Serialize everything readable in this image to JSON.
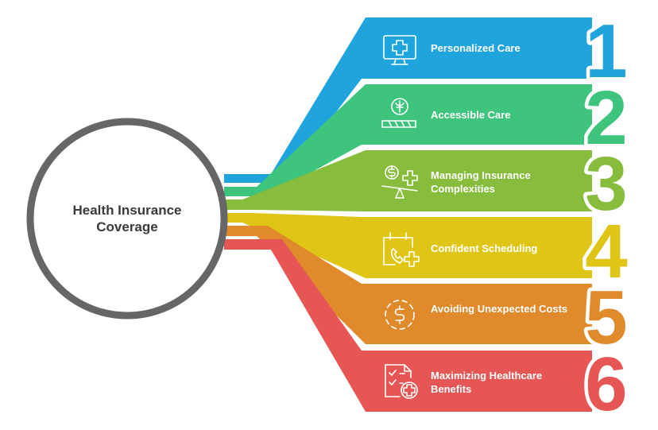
{
  "center": {
    "title": "Health Insurance Coverage"
  },
  "items": [
    {
      "number": "1",
      "label": "Personalized Care",
      "color": "#1fa4dd",
      "icon": "monitor-medical-icon"
    },
    {
      "number": "2",
      "label": "Accessible Care",
      "color": "#3ec47d",
      "icon": "caduceus-ramp-icon"
    },
    {
      "number": "3",
      "label": "Managing Insurance Complexities",
      "color": "#88bc3c",
      "icon": "dollar-scale-cross-icon"
    },
    {
      "number": "4",
      "label": "Confident Scheduling",
      "color": "#dfc516",
      "icon": "calendar-phone-icon"
    },
    {
      "number": "5",
      "label": "Avoiding Unexpected Costs",
      "color": "#e08a2c",
      "icon": "dollar-circle-icon"
    },
    {
      "number": "6",
      "label": "Maximizing Healthcare Benefits",
      "color": "#e55655",
      "icon": "checklist-medical-icon"
    }
  ],
  "colors": {
    "hub_ring": "#666666",
    "hub_text": "#3a3a3a"
  }
}
